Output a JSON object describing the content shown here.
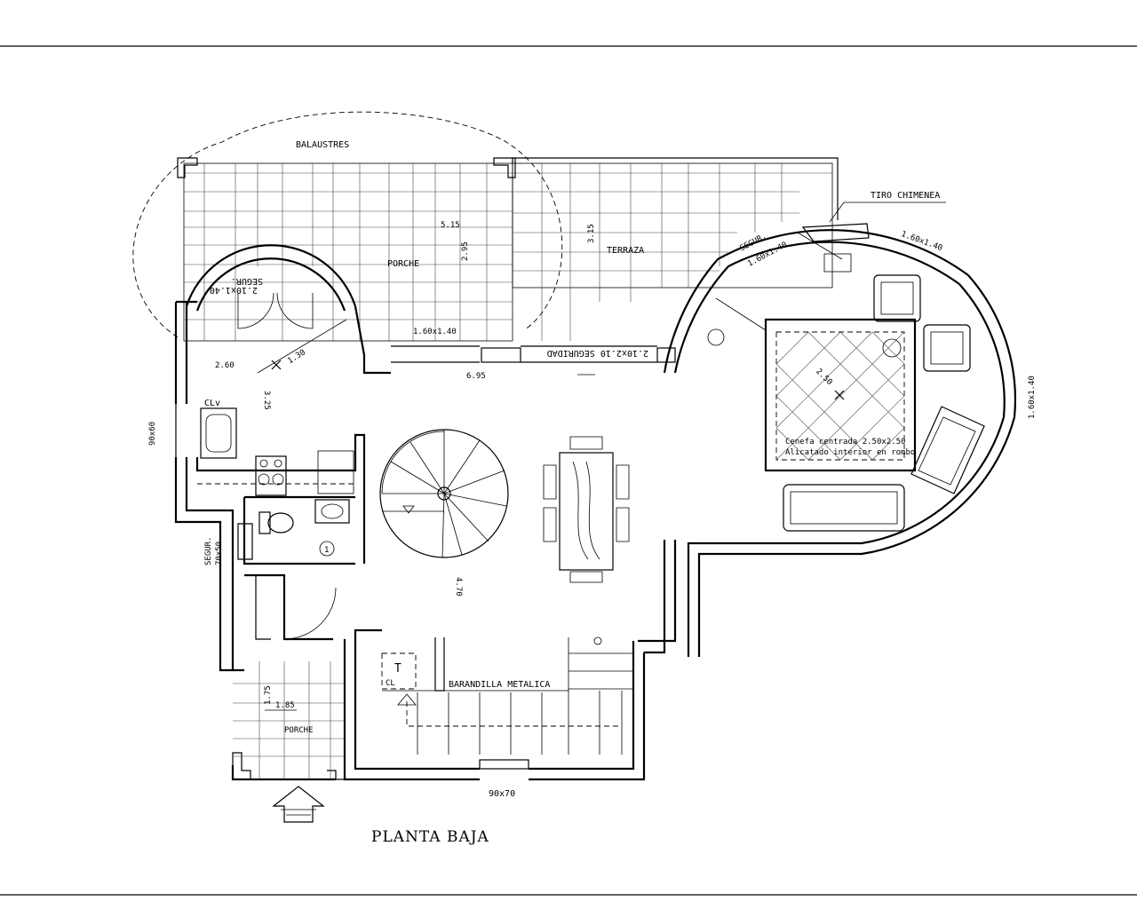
{
  "plan": {
    "title": "PLANTA BAJA",
    "areas": {
      "balaustres": "BALAUSTRES",
      "porche_top": "PORCHE",
      "terraza": "TERRAZA",
      "tiro_chimenea": "TIRO CHIMENEA",
      "porche_bottom": "PORCHE",
      "barandilla": "BARANDILLA METALICA",
      "clv": "CLv",
      "t": "T",
      "cl": "CL",
      "wc_num": "1"
    },
    "windows": {
      "w1": "2.10x1.40",
      "w1_seg": "SEGUR.",
      "w2": "1.60x1.40",
      "w3": "2.10x2.10 SEGURIDAD",
      "w4": "1.60x1.40",
      "w4_seg": "SEGUR.",
      "w5": "1.60x1.40",
      "w6": "1.60x1.40",
      "w7": "90x60",
      "w8_seg": "SEGUR.",
      "w8": "70x50",
      "w9": "90x70"
    },
    "dimensions": {
      "d515": "5.15",
      "d295": "2.95",
      "d315": "3.15",
      "d130": "1.30",
      "d260": "2.60",
      "d325": "3.25",
      "d695": "6.95",
      "d250": "2.50",
      "d470": "4.70",
      "d175": "1.75",
      "d185": "1.85"
    },
    "notes": {
      "cenefa1": "Cenefa centrada 2.50x2.50",
      "cenefa2": "Alicatado interior en rombo"
    }
  }
}
